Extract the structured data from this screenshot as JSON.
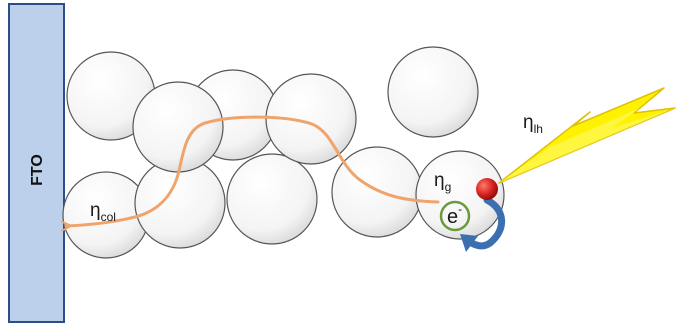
{
  "electrode": {
    "label": "FTO",
    "fill": "#bcd0ec",
    "stroke": "#2c4d87"
  },
  "labels": {
    "light_harvesting": {
      "symbol": "η",
      "sub": "lh"
    },
    "generation": {
      "symbol": "η",
      "sub": "g"
    },
    "collection": {
      "symbol": "η",
      "sub": "col"
    }
  },
  "electron": {
    "symbol": "e",
    "sup": "-"
  },
  "colors": {
    "particle_fill": "#ffffff",
    "particle_stroke": "#555555",
    "path": "#f0a46c",
    "lightning": "#fff200",
    "lightning_stroke": "#e0c000",
    "dye": "#d42020",
    "electron_ring": "#6c9a3a",
    "arrow": "#3b6fb0"
  },
  "icons": {
    "lightning": "lightning-bolt-icon",
    "dye": "dye-molecule-icon",
    "arrow": "curved-arrow-icon"
  }
}
